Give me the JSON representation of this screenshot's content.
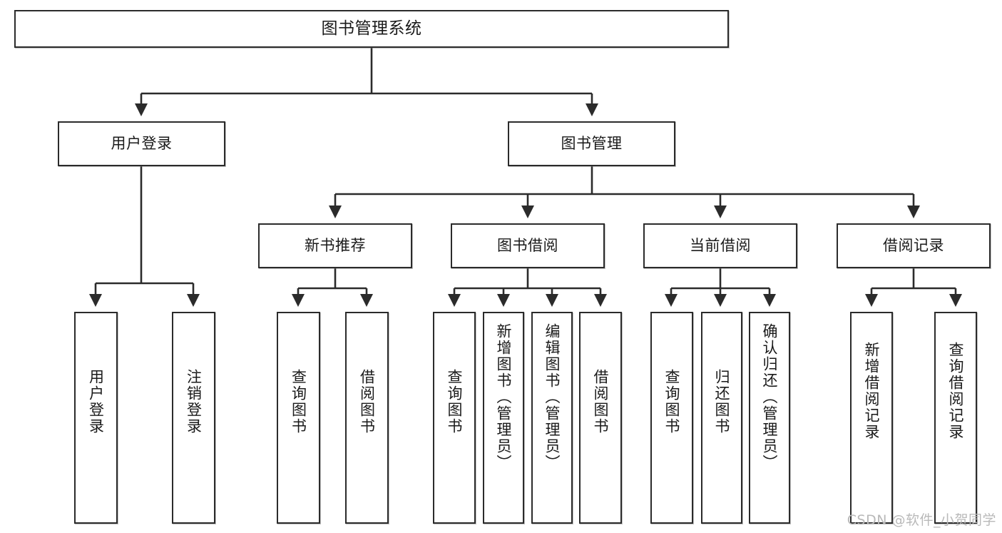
{
  "diagram": {
    "title": "图书管理系统",
    "watermark": "CSDN @软件_小贺同学",
    "colors": {
      "background": "#ffffff",
      "stroke": "#2b2b2b",
      "text": "#1a1a1a",
      "watermark": "#b9b9b9"
    },
    "nodes": {
      "root": {
        "label": "图书管理系统"
      },
      "level2": [
        {
          "id": "user-login",
          "label": "用户登录"
        },
        {
          "id": "book-manage",
          "label": "图书管理"
        }
      ],
      "level3": [
        {
          "id": "new-book-recommend",
          "label": "新书推荐"
        },
        {
          "id": "book-borrow",
          "label": "图书借阅"
        },
        {
          "id": "current-borrow",
          "label": "当前借阅"
        },
        {
          "id": "borrow-record",
          "label": "借阅记录"
        }
      ],
      "leaves": {
        "user-login": [
          {
            "id": "leaf-user-login",
            "label": "用户登录"
          },
          {
            "id": "leaf-logout-login",
            "label": "注销登录"
          }
        ],
        "new-book-recommend": [
          {
            "id": "leaf-query-book-1",
            "label": "查询图书"
          },
          {
            "id": "leaf-borrow-book-1",
            "label": "借阅图书"
          }
        ],
        "book-borrow": [
          {
            "id": "leaf-query-book-2",
            "label": "查询图书"
          },
          {
            "id": "leaf-add-book-admin",
            "label": "新增图书（管理员）"
          },
          {
            "id": "leaf-edit-book-admin",
            "label": "编辑图书（管理员）"
          },
          {
            "id": "leaf-borrow-book-2",
            "label": "借阅图书"
          }
        ],
        "current-borrow": [
          {
            "id": "leaf-query-book-3",
            "label": "查询图书"
          },
          {
            "id": "leaf-return-book",
            "label": "归还图书"
          },
          {
            "id": "leaf-confirm-return-admin",
            "label": "确认归还（管理员）"
          }
        ],
        "borrow-record": [
          {
            "id": "leaf-add-borrow-record",
            "label": "新增借阅记录"
          },
          {
            "id": "leaf-query-borrow-record",
            "label": "查询借阅记录"
          }
        ]
      }
    }
  }
}
